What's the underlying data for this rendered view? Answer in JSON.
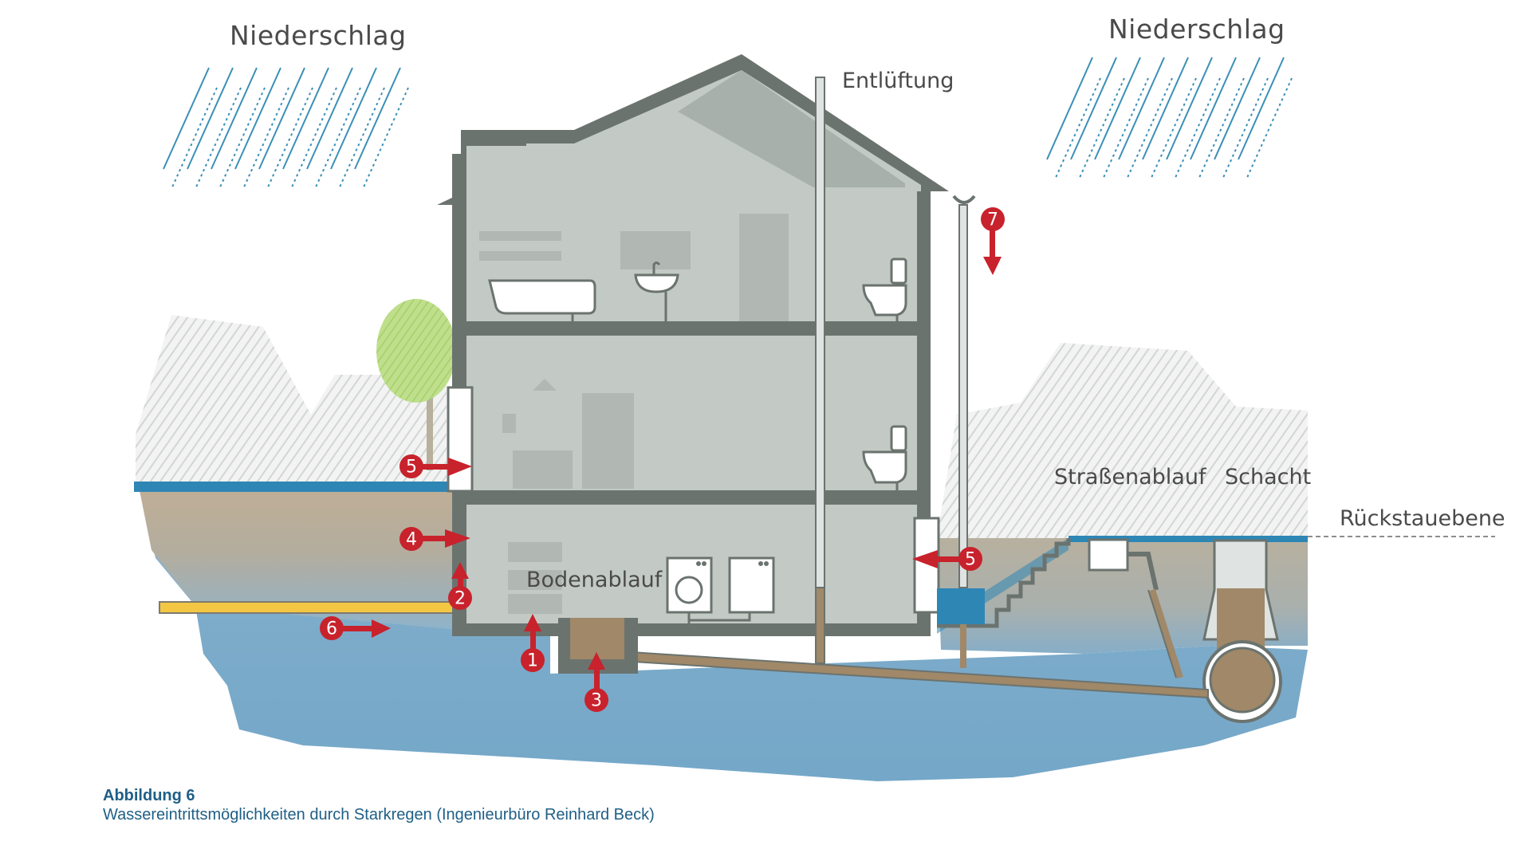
{
  "labels": {
    "rain_left": "Niederschlag",
    "rain_right": "Niederschlag",
    "vent": "Entlüftung",
    "street_drain": "Straßenablauf",
    "shaft": "Schacht",
    "backflow_level": "Rückstauebene",
    "floor_drain": "Bodenablauf"
  },
  "markers": [
    "1",
    "2",
    "3",
    "4",
    "5",
    "5",
    "6",
    "7"
  ],
  "caption": {
    "title": "Abbildung 6",
    "text": "Wassereintrittsmöglichkeiten durch Starkregen (Ingenieurbüro Reinhard Beck)"
  },
  "colors": {
    "marker_red": "#c8222c",
    "water_blue": "#7aaccb",
    "wall_gray": "#6b736f",
    "interior_gray": "#c3cac5",
    "soil_brown": "#a08868",
    "rain_blue": "#3a8fb7",
    "caption_blue": "#1f5f86"
  }
}
